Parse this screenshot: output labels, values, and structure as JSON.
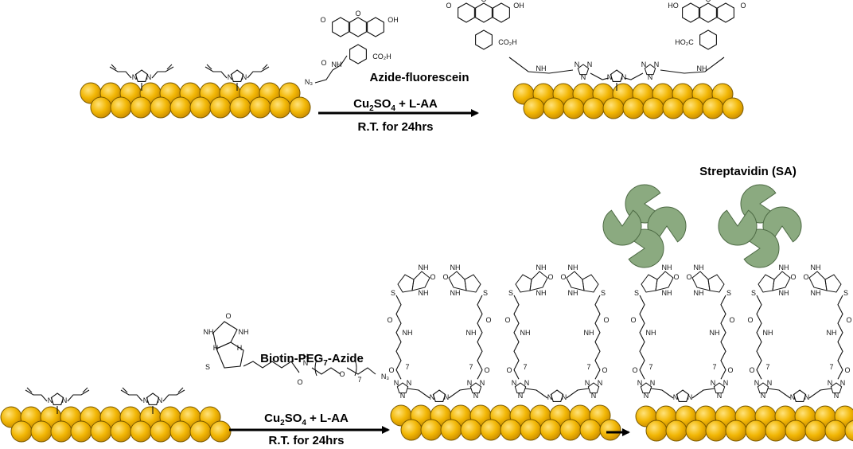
{
  "reactions": [
    {
      "reagent": "Azide-fluorescein",
      "condition_salt": "Cu",
      "condition_salt_sub1": "2",
      "condition_salt_mid": "SO",
      "condition_salt_sub2": "4",
      "condition_salt_end": " + L-AA",
      "condition_time": "R.T. for 24hrs"
    },
    {
      "reagent_prefix": "Biotin-PEG",
      "reagent_sub": "7",
      "reagent_suffix": "-Azide",
      "condition_salt": "Cu",
      "condition_salt_sub1": "2",
      "condition_salt_mid": "SO",
      "condition_salt_sub2": "4",
      "condition_salt_end": " + L-AA",
      "condition_time": "R.T. for 24hrs"
    }
  ],
  "protein_label": "Streptavidin (SA)",
  "atom_labels": {
    "nitrogen": "N",
    "oxygen": "O",
    "sulfur": "S",
    "hydrogen": "H",
    "amine": "NH",
    "hydroxyl": "OH",
    "ketone": "O",
    "carboxyl": "CO₂H",
    "carboxyl_left": "HO₂C",
    "azide": "N₃",
    "hydroxyl_left": "HO",
    "peg_repeat": "7"
  },
  "colors": {
    "gold_fill": "#F2B705",
    "gold_stroke": "#7A5A00",
    "protein_fill": "#8BAA80",
    "protein_stroke": "#4E6B45",
    "ink": "#111111"
  }
}
